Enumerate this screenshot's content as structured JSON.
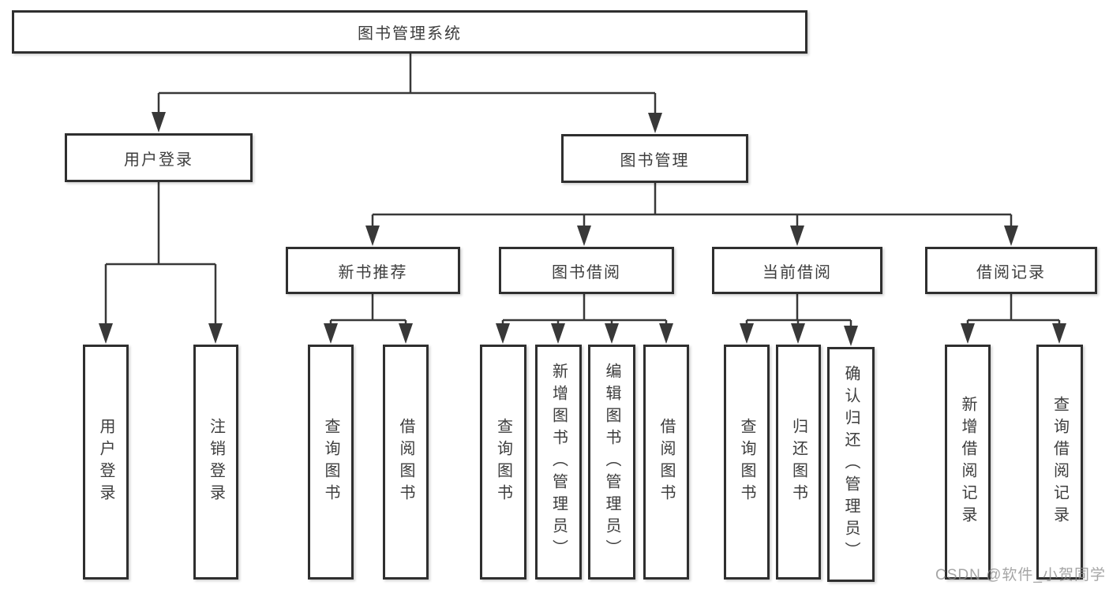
{
  "diagram": {
    "root": "图书管理系统",
    "user_login": {
      "label": "用户登录",
      "children": [
        "用户登录",
        "注销登录"
      ]
    },
    "book_mgmt": {
      "label": "图书管理",
      "groups": [
        {
          "label": "新书推荐",
          "children": [
            "查询图书",
            "借阅图书"
          ]
        },
        {
          "label": "图书借阅",
          "children": [
            "查询图书",
            "新增图书（管理员）",
            "编辑图书（管理员）",
            "借阅图书"
          ]
        },
        {
          "label": "当前借阅",
          "children": [
            "查询图书",
            "归还图书",
            "确认归还（管理员）"
          ]
        },
        {
          "label": "借阅记录",
          "children": [
            "新增借阅记录",
            "查询借阅记录"
          ]
        }
      ]
    }
  },
  "watermark": "CSDN @软件_小贺同学",
  "colors": {
    "line": "#383838",
    "border": "#2f2f2f",
    "text": "#3d3d3d",
    "watermark": "#a6a6a6",
    "background": "#ffffff"
  }
}
